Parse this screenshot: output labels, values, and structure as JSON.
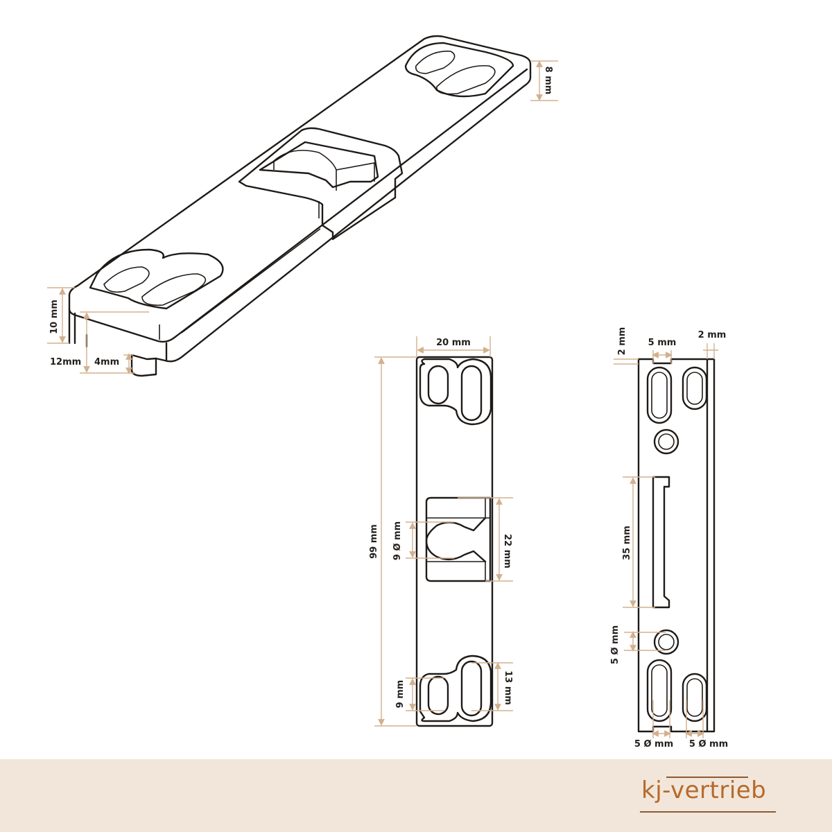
{
  "colors": {
    "dimension": "#d3b08e",
    "line": "#1e1a17",
    "footer_bg": "#f2e6da",
    "brand": "#b56a2c"
  },
  "iso_view": {
    "height_right": "8 mm",
    "height_left": "10 mm",
    "pin_offset": "12mm",
    "pin_height": "4mm"
  },
  "front_view": {
    "width": "20 mm",
    "length": "99 mm",
    "slot_height": "22 mm",
    "slot_diameter": "9 Ø mm",
    "hole_width": "9 mm",
    "hole_length": "13 mm"
  },
  "side_view": {
    "top_gap": "2 mm",
    "notch_width": "5 mm",
    "edge_thickness": "2 mm",
    "rail_length": "35 mm",
    "round_hole": "5 Ø mm",
    "hole_left": "5 Ø mm",
    "hole_right": "5 Ø mm"
  },
  "footer": {
    "brand": "kj-vertrieb"
  }
}
